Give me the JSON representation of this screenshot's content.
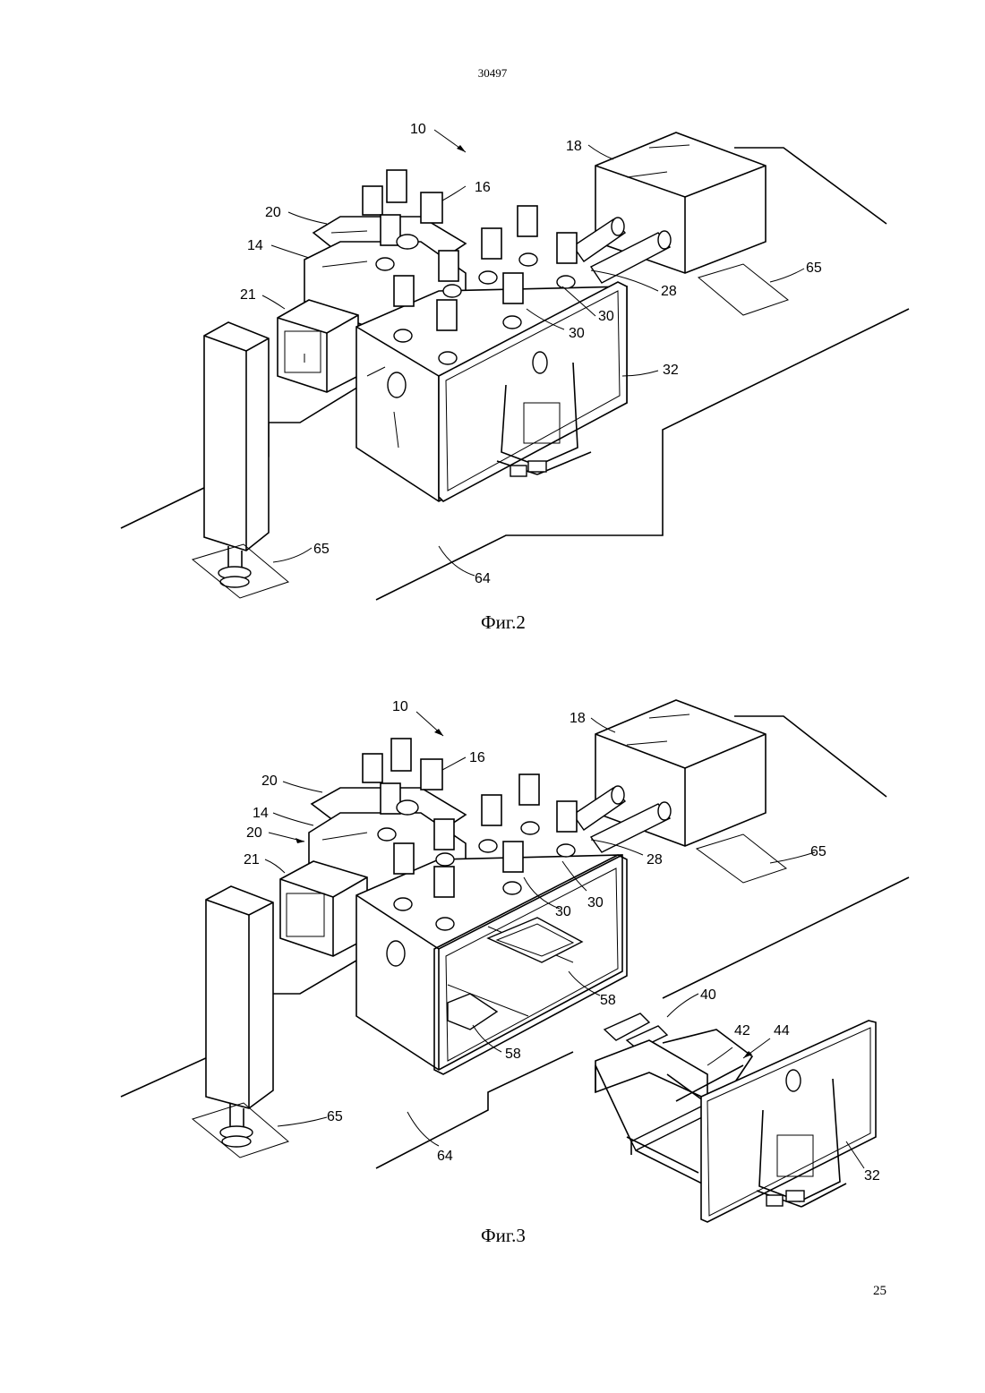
{
  "header": {
    "document_number": "30497"
  },
  "figure2": {
    "caption": "Фиг.2",
    "labels": {
      "l10": "10",
      "l18": "18",
      "l16": "16",
      "l20": "20",
      "l14": "14",
      "l21": "21",
      "l65a": "65",
      "l28": "28",
      "l30a": "30",
      "l30b": "30",
      "l32": "32",
      "l65b": "65",
      "l64": "64"
    }
  },
  "figure3": {
    "caption": "Фиг.3",
    "labels": {
      "l10": "10",
      "l18": "18",
      "l16": "16",
      "l20a": "20",
      "l14": "14",
      "l20b": "20",
      "l21": "21",
      "l65a": "65",
      "l28": "28",
      "l30a": "30",
      "l30b": "30",
      "l58a": "58",
      "l58b": "58",
      "l40": "40",
      "l42": "42",
      "l44": "44",
      "l65b": "65",
      "l64": "64",
      "l32": "32"
    }
  },
  "footer": {
    "page_number": "25"
  }
}
